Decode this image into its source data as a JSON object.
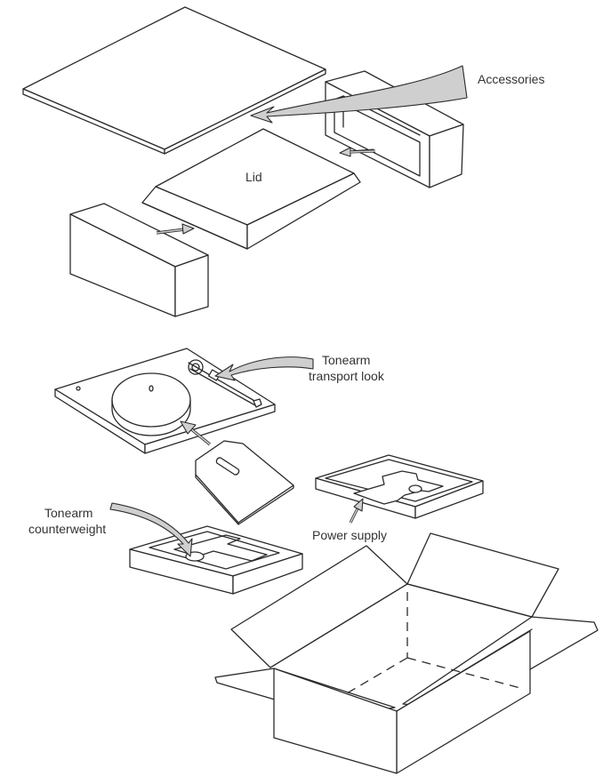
{
  "labels": {
    "accessories": "Accessories",
    "lid": "Lid",
    "tonearm_transport_lock_line1": "Tonearm",
    "tonearm_transport_lock_line2": "transport look",
    "tonearm_counterweight_line1": "Tonearm",
    "tonearm_counterweight_line2": "counterweight",
    "power_supply": "Power supply"
  },
  "colors": {
    "line": "#2b2b2b",
    "arrow_fill": "#cfcfcf",
    "text": "#333333",
    "background": "#ffffff"
  }
}
